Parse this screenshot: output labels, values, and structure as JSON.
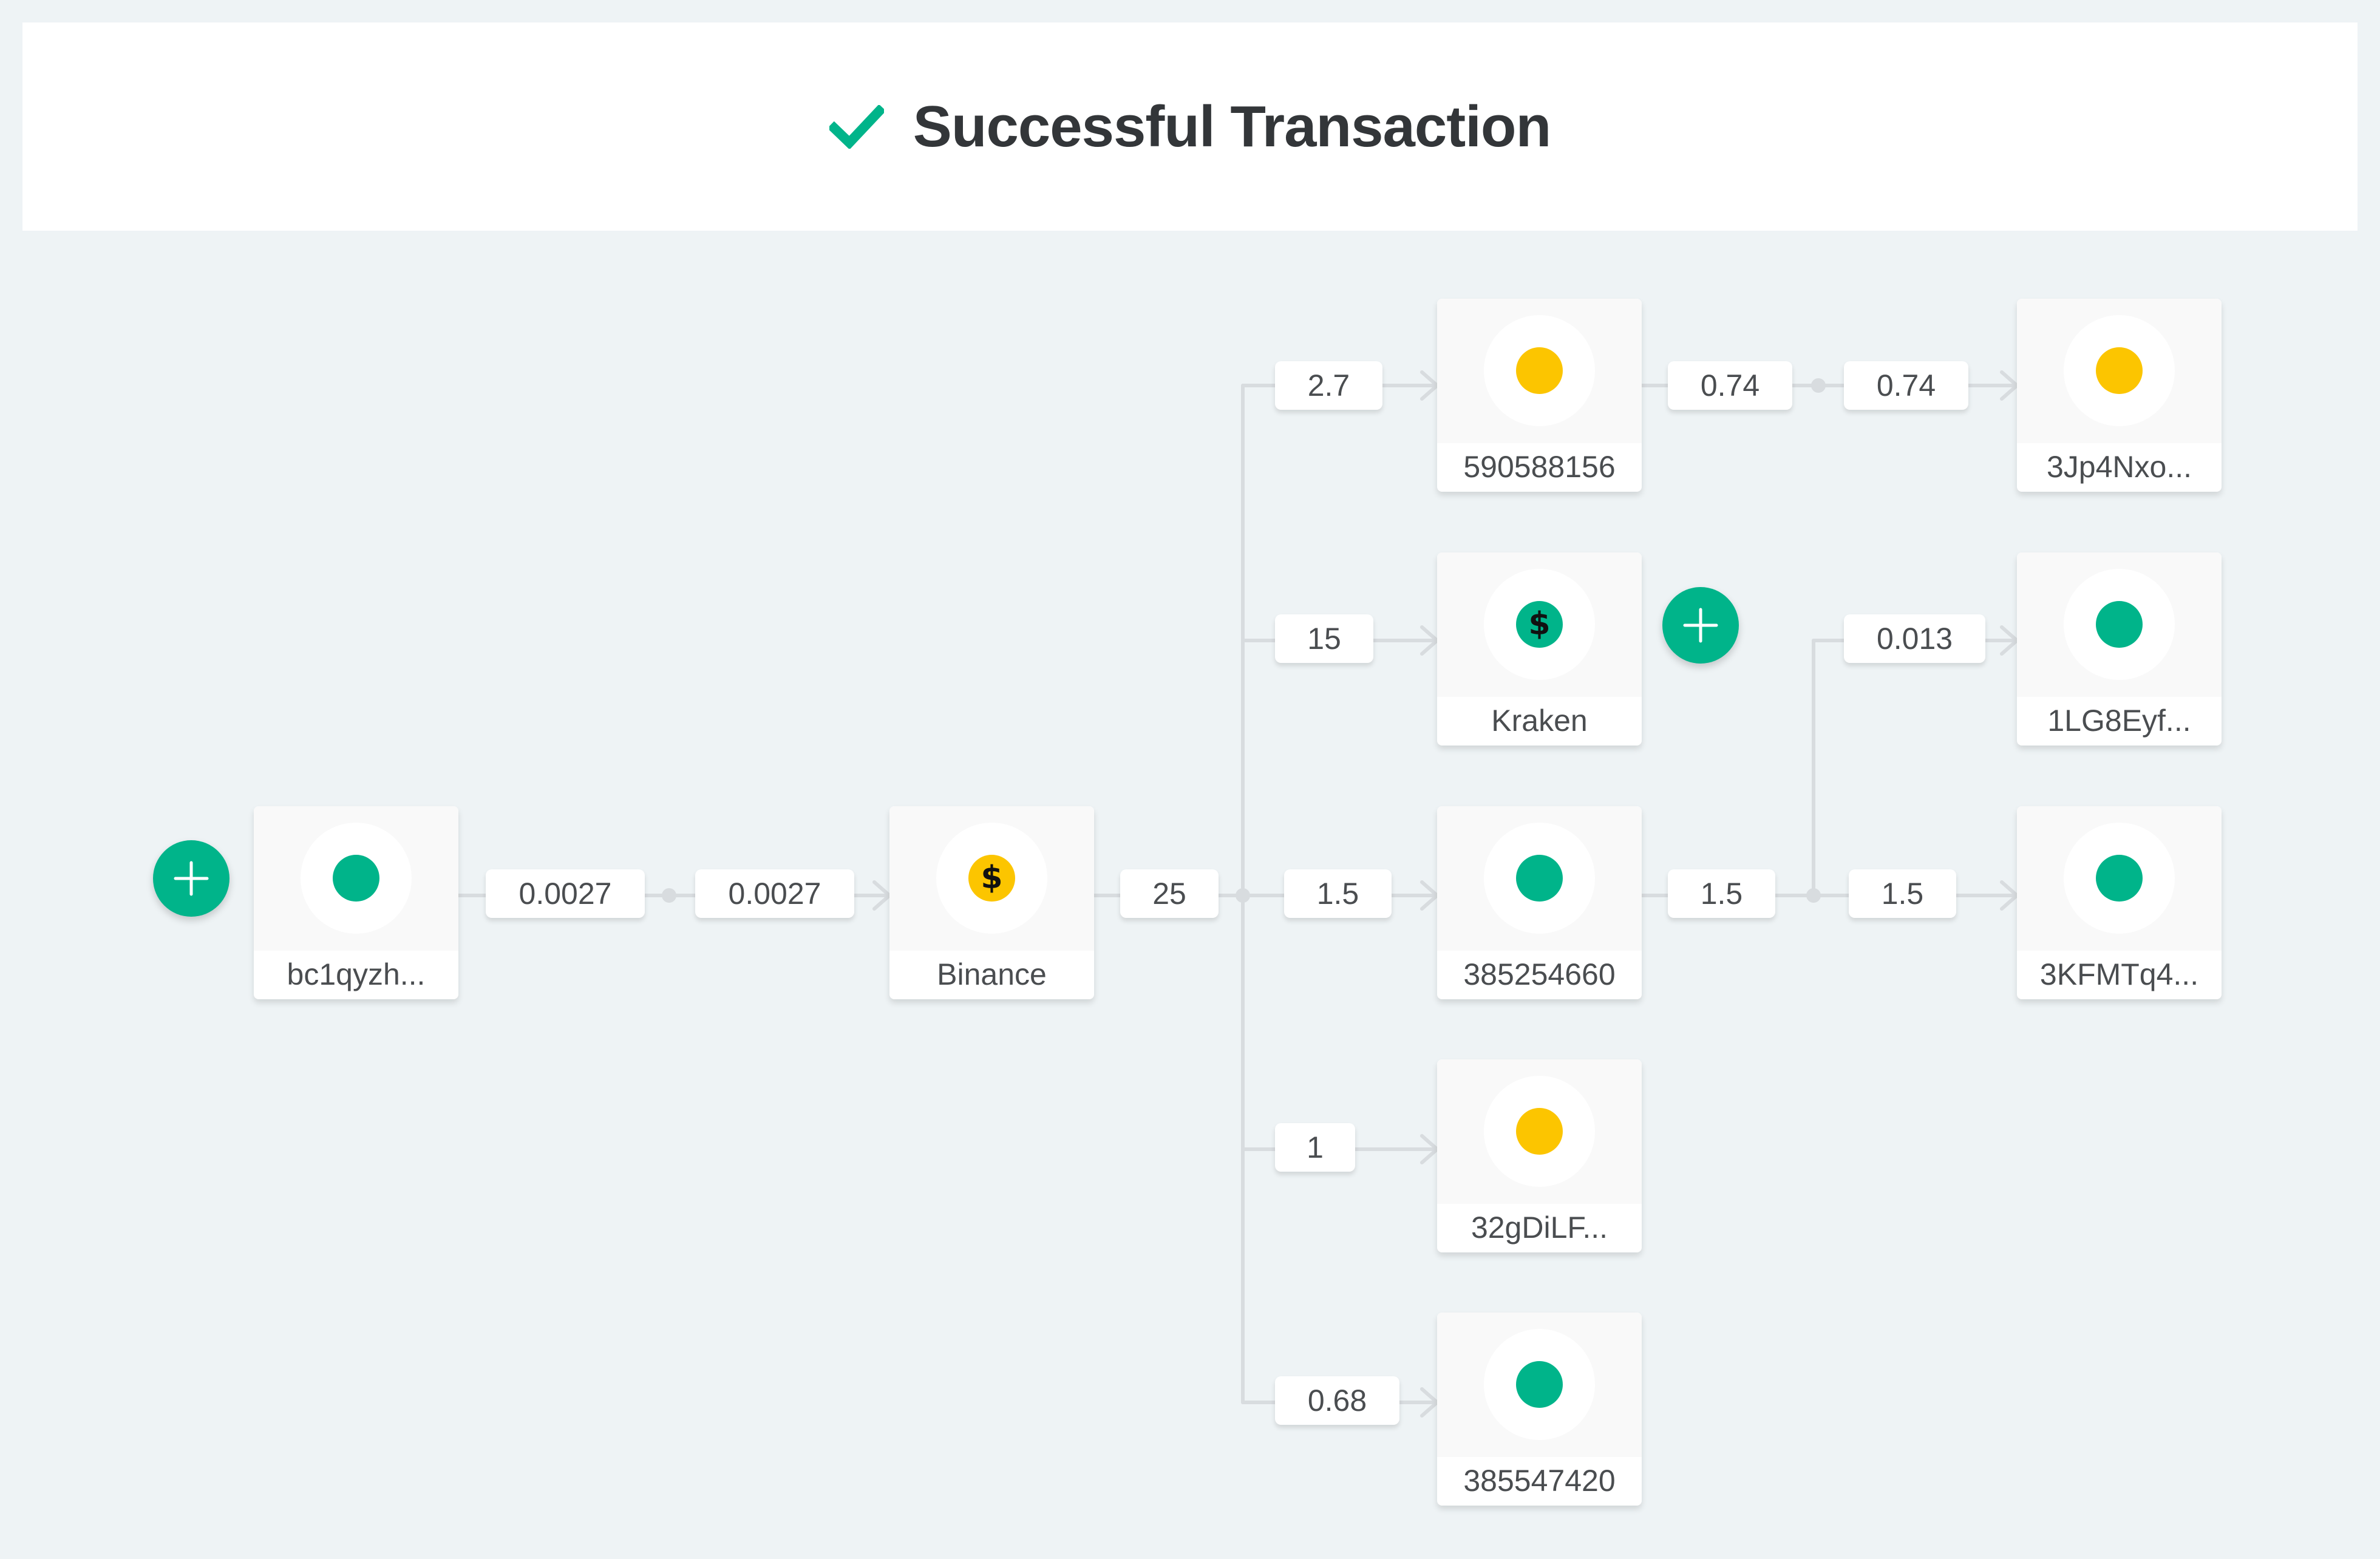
{
  "header": {
    "title": "Successful Transaction",
    "icon": "checkmark-icon",
    "icon_color": "#00b48a"
  },
  "colors": {
    "green": "#00b48a",
    "yellow": "#fcc500",
    "edge": "#d8dcdf"
  },
  "nodes": [
    {
      "id": "bc1",
      "label": "bc1qyzh...",
      "marker": "green"
    },
    {
      "id": "binance",
      "label": "Binance",
      "marker": "yellow-dollar"
    },
    {
      "id": "n590",
      "label": "590588156",
      "marker": "yellow"
    },
    {
      "id": "kraken",
      "label": "Kraken",
      "marker": "green-dollar"
    },
    {
      "id": "n3852",
      "label": "385254660",
      "marker": "green"
    },
    {
      "id": "n32g",
      "label": "32gDiLF...",
      "marker": "yellow"
    },
    {
      "id": "n3855",
      "label": "385547420",
      "marker": "green"
    },
    {
      "id": "n3jp",
      "label": "3Jp4Nxo...",
      "marker": "yellow"
    },
    {
      "id": "n1lg",
      "label": "1LG8Eyf...",
      "marker": "green"
    },
    {
      "id": "n3kf",
      "label": "3KFMTq4...",
      "marker": "green"
    }
  ],
  "amounts": [
    {
      "id": "a1",
      "value": "0.0027"
    },
    {
      "id": "a2",
      "value": "0.0027"
    },
    {
      "id": "a3",
      "value": "25"
    },
    {
      "id": "a4",
      "value": "2.7"
    },
    {
      "id": "a5",
      "value": "15"
    },
    {
      "id": "a6",
      "value": "1.5"
    },
    {
      "id": "a7",
      "value": "1"
    },
    {
      "id": "a8",
      "value": "0.68"
    },
    {
      "id": "a9",
      "value": "0.74"
    },
    {
      "id": "a10",
      "value": "0.74"
    },
    {
      "id": "a11",
      "value": "1.5"
    },
    {
      "id": "a12",
      "value": "0.013"
    },
    {
      "id": "a13",
      "value": "1.5"
    }
  ],
  "edges": [
    {
      "from": "bc1",
      "to": "binance",
      "amounts": [
        "0.0027",
        "0.0027"
      ]
    },
    {
      "from": "binance",
      "to": "n590",
      "amounts": [
        "25",
        "2.7"
      ]
    },
    {
      "from": "binance",
      "to": "kraken",
      "amounts": [
        "25",
        "15"
      ]
    },
    {
      "from": "binance",
      "to": "n3852",
      "amounts": [
        "25",
        "1.5"
      ]
    },
    {
      "from": "binance",
      "to": "n32g",
      "amounts": [
        "25",
        "1"
      ]
    },
    {
      "from": "binance",
      "to": "n3855",
      "amounts": [
        "25",
        "0.68"
      ]
    },
    {
      "from": "n590",
      "to": "n3jp",
      "amounts": [
        "0.74",
        "0.74"
      ]
    },
    {
      "from": "n3852",
      "to": "n1lg",
      "amounts": [
        "1.5",
        "0.013"
      ]
    },
    {
      "from": "n3852",
      "to": "n3kf",
      "amounts": [
        "1.5",
        "1.5"
      ]
    }
  ],
  "add_buttons": [
    {
      "id": "expand-left",
      "icon": "plus-icon"
    },
    {
      "id": "expand-kraken",
      "icon": "plus-icon"
    }
  ]
}
